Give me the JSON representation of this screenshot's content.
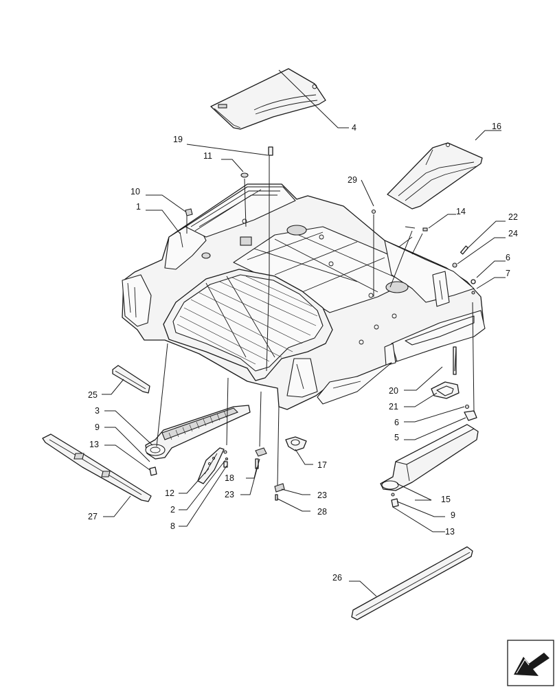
{
  "labels": {
    "l1": "1",
    "l2": "2",
    "l3": "3",
    "l4": "4",
    "l5": "5",
    "l6a": "6",
    "l6b": "6",
    "l7": "7",
    "l8": "8",
    "l9a": "9",
    "l9b": "9",
    "l10": "10",
    "l11": "11",
    "l12": "12",
    "l13a": "13",
    "l13b": "13",
    "l14": "14",
    "l15": "15",
    "l16": "16",
    "l17": "17",
    "l18": "18",
    "l19": "19",
    "l20": "20",
    "l21": "21",
    "l22": "22",
    "l23a": "23",
    "l23b": "23",
    "l24": "24",
    "l25": "25",
    "l26": "26",
    "l27": "27",
    "l28": "28",
    "l29": "29"
  },
  "navigation": {
    "icon": "next-page-arrow-icon"
  }
}
